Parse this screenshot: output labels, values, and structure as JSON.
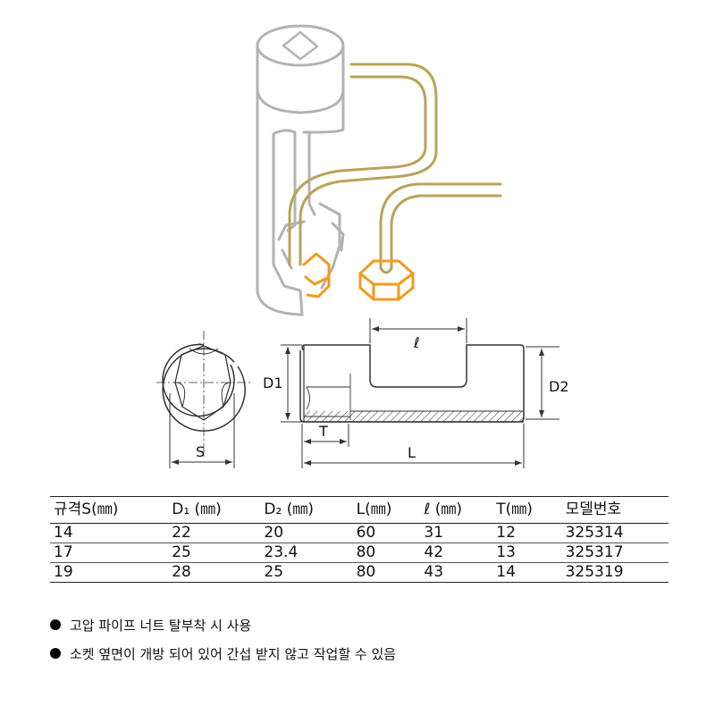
{
  "diagram": {
    "labels": {
      "d1": "D1",
      "d2": "D2",
      "l_small": "ℓ",
      "L": "L",
      "T": "T",
      "S": "S"
    }
  },
  "table": {
    "headers": [
      "규격S(㎜)",
      "D₁ (㎜)",
      "D₂ (㎜)",
      "L(㎜)",
      "ℓ (㎜)",
      "T(㎜)",
      "모델번호"
    ],
    "rows": [
      [
        "14",
        "22",
        "20",
        "60",
        "31",
        "12",
        "325314"
      ],
      [
        "17",
        "25",
        "23.4",
        "80",
        "42",
        "13",
        "325317"
      ],
      [
        "19",
        "28",
        "25",
        "80",
        "43",
        "14",
        "325319"
      ]
    ]
  },
  "notes": [
    "고압 파이프 너트 탈부착 시 사용",
    "소켓 옆면이 개방 되어 있어 간섭 받지 않고 작업할 수 있음"
  ],
  "colors": {
    "pipe": "#b9a35a",
    "nut": "#f39a1e",
    "socket_outline": "#b3b3b3",
    "hatch": "#444444"
  }
}
